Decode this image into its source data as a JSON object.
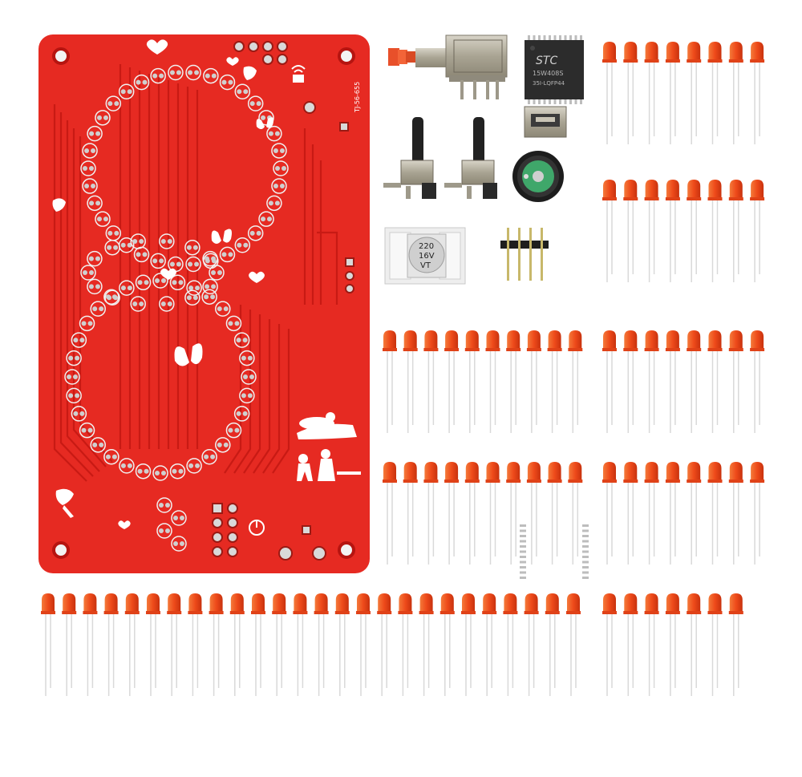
{
  "board": {
    "silk_code": "TJ-56-655",
    "color": "#e62a22",
    "trace_color": "#c81a14"
  },
  "parts": {
    "mcu_brand": "STC",
    "mcu_line1": "15W408S",
    "mcu_line2": "35I-LQFP44",
    "capacitor_line1": "220",
    "capacitor_line2": "16V",
    "capacitor_line3": "VT"
  },
  "led_kit": {
    "body_color": "#ee4a1a",
    "groups": [
      {
        "rows": 2,
        "cols": 8,
        "label": "top-right"
      },
      {
        "rows": 2,
        "cols": 10,
        "label": "middle-left"
      },
      {
        "rows": 2,
        "cols": 8,
        "label": "middle-right"
      },
      {
        "rows": 1,
        "cols": 26,
        "label": "bottom-left"
      },
      {
        "rows": 1,
        "cols": 7,
        "label": "bottom-right"
      }
    ]
  }
}
